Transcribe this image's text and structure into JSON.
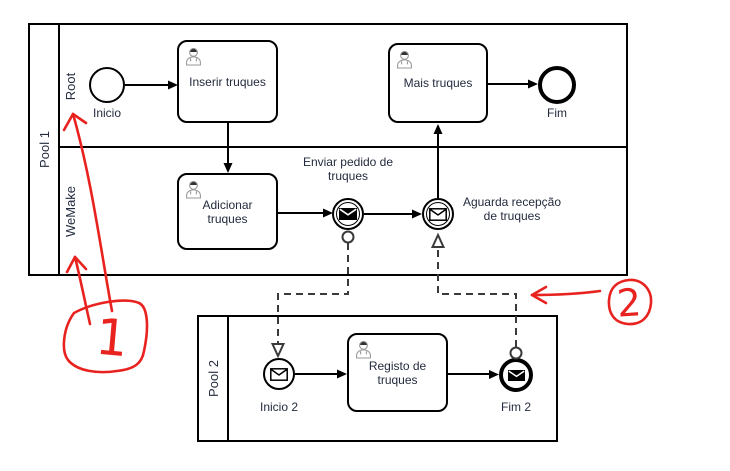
{
  "diagram": {
    "kind": "BPMN process diagram",
    "pools": {
      "pool1": {
        "label": "Pool 1",
        "lanes": [
          {
            "label": "Root"
          },
          {
            "label": "WeMake"
          }
        ]
      },
      "pool2": {
        "label": "Pool 2"
      }
    },
    "nodes": {
      "inicio": {
        "label": "Inicio",
        "type": "start-event"
      },
      "inserir": {
        "label": "Inserir truques",
        "type": "user-task"
      },
      "mais": {
        "label": "Mais truques",
        "type": "user-task"
      },
      "fim": {
        "label": "Fim",
        "type": "end-event"
      },
      "adicionar": {
        "label": "Adicionar truques",
        "type": "user-task"
      },
      "enviar": {
        "label": "Enviar pedido de truques",
        "type": "message-throw-intermediate-event"
      },
      "aguarda": {
        "label": "Aguarda recepção de truques",
        "type": "message-catch-intermediate-event"
      },
      "inicio2": {
        "label": "Inicio 2",
        "type": "message-start-event"
      },
      "registo": {
        "label": "Registo de truques",
        "type": "user-task"
      },
      "fim2": {
        "label": "Fim 2",
        "type": "message-end-event"
      }
    },
    "annotations": {
      "one": {
        "label": "1"
      },
      "two": {
        "label": "2"
      }
    },
    "colors": {
      "stroke": "#000000",
      "text": "#232b3e",
      "message_flow": "#3a3a3a",
      "annotation_red": "#e8231f",
      "background": "#ffffff"
    }
  }
}
